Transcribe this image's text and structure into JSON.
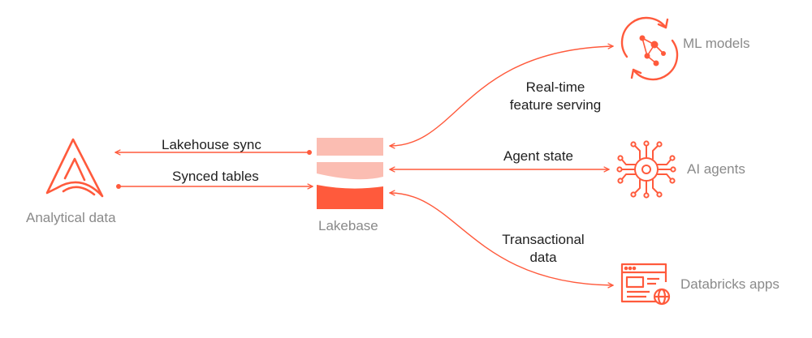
{
  "diagram": {
    "colors": {
      "accent": "#ff5a3c",
      "accent_light": "#fbbdb2",
      "node_label": "#8a8a8a",
      "edge_label": "#1f1f1f"
    },
    "left": {
      "label": "Analytical data",
      "icon": "analytical-data-icon"
    },
    "center": {
      "label": "Lakebase",
      "icon": "lakebase-database-icon"
    },
    "right": [
      {
        "label": "ML models",
        "icon": "ml-models-network-icon"
      },
      {
        "label": "AI agents",
        "icon": "ai-agents-circuit-icon"
      },
      {
        "label": "Databricks apps",
        "icon": "databricks-apps-browser-icon"
      }
    ],
    "edges": {
      "lakehouse_sync": "Lakehouse sync",
      "synced_tables": "Synced tables",
      "feature_serving": [
        "Real-time",
        "feature serving"
      ],
      "agent_state": "Agent state",
      "transactional": [
        "Transactional",
        "data"
      ]
    }
  }
}
